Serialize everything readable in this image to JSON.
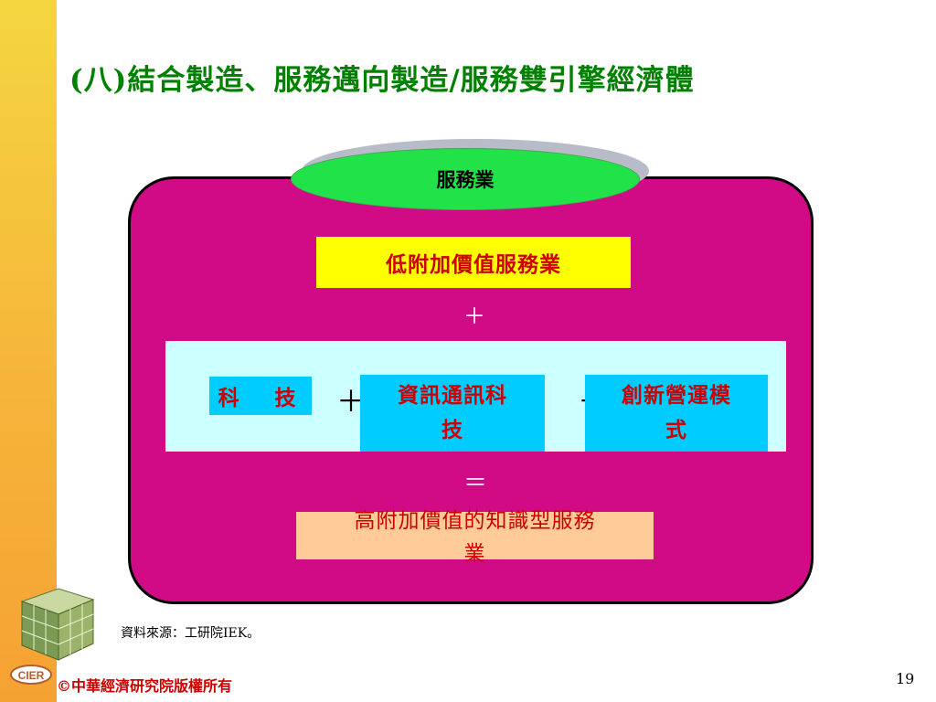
{
  "slide": {
    "title": "(八)結合製造、服務邁向製造/服務雙引擎經濟體",
    "service_ellipse": "服務業",
    "low_value_service": "低附加價值服務業",
    "plus_top": "＋",
    "tech_label": "科　技",
    "plus_mid": "＋",
    "ict_line1": "資訊通訊科",
    "ict_line2": "技",
    "plus_mid2": "＋",
    "innovation_line1": "創新營運模",
    "innovation_line2": "式",
    "equals": "＝",
    "high_value_line1": "高附加價值的知識型服務",
    "high_value_line2": "業",
    "source": "資料來源：工研院IEK。",
    "footer": "©中華經濟研究院版權所有",
    "page_number": "19",
    "logo_text": "CIER"
  },
  "colors": {
    "title": "#008000",
    "panel": "#d10a86",
    "ellipse": "#22e24a",
    "low_box": "#ffff00",
    "tech_band": "#ccffff",
    "tech_boxes": "#00ccff",
    "high_box": "#ffcc99",
    "text_red": "#cc0000"
  }
}
